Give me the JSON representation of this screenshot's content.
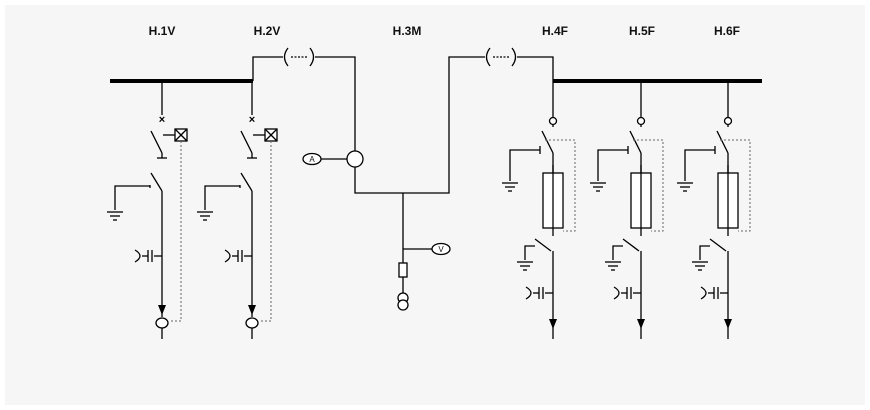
{
  "panels": [
    {
      "id": "h1",
      "label": "H.1V"
    },
    {
      "id": "h2",
      "label": "H.2V"
    },
    {
      "id": "h3",
      "label": "H.3M"
    },
    {
      "id": "h4",
      "label": "H.4F"
    },
    {
      "id": "h5",
      "label": "H.5F"
    },
    {
      "id": "h6",
      "label": "H.6F"
    }
  ],
  "meters": {
    "ammeter": "A",
    "voltmeter": "V"
  },
  "colors": {
    "background": "#f6f6f6",
    "line": "#000000",
    "dotted": "#666666"
  }
}
